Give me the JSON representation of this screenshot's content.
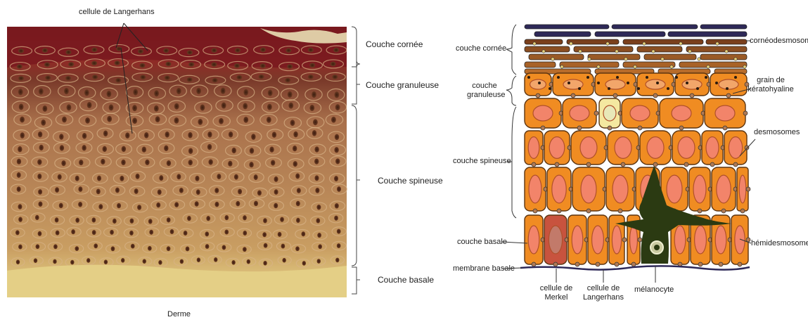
{
  "left_panel": {
    "top_label": "cellule de Langerhans",
    "bottom_label": "Derme",
    "layers": [
      {
        "label": "Couche cornée"
      },
      {
        "label": "Couche granuleuse"
      },
      {
        "label": "Couche spineuse"
      },
      {
        "label": "Couche  basale"
      }
    ]
  },
  "right_panel": {
    "layers_left": [
      {
        "label": "couche cornée"
      },
      {
        "label": "couche granuleuse"
      },
      {
        "label": "couche spineuse"
      },
      {
        "label": "couche basale"
      },
      {
        "label": "membrane basale"
      }
    ],
    "right_labels": [
      {
        "label": "cornéodesmosome"
      },
      {
        "label": "grain de kératohyaline"
      },
      {
        "label": "desmosomes"
      },
      {
        "label": "hémidesmosome"
      }
    ],
    "bottom_labels": [
      {
        "label": "cellule de Merkel"
      },
      {
        "label": "cellule de Langerhans"
      },
      {
        "label": "mélanocyte"
      }
    ]
  },
  "colors": {
    "stratum_corneum": "#7d1d22",
    "tissue": "#b4794f",
    "derm": "#e4cf86",
    "cell_orange": "#f08c22",
    "cell_border": "#5c3410",
    "nucleus": "#f2846a",
    "corneum_dark": "#2e2958",
    "melanocyte": "#2b3a12",
    "merkel": "#c8533e"
  }
}
